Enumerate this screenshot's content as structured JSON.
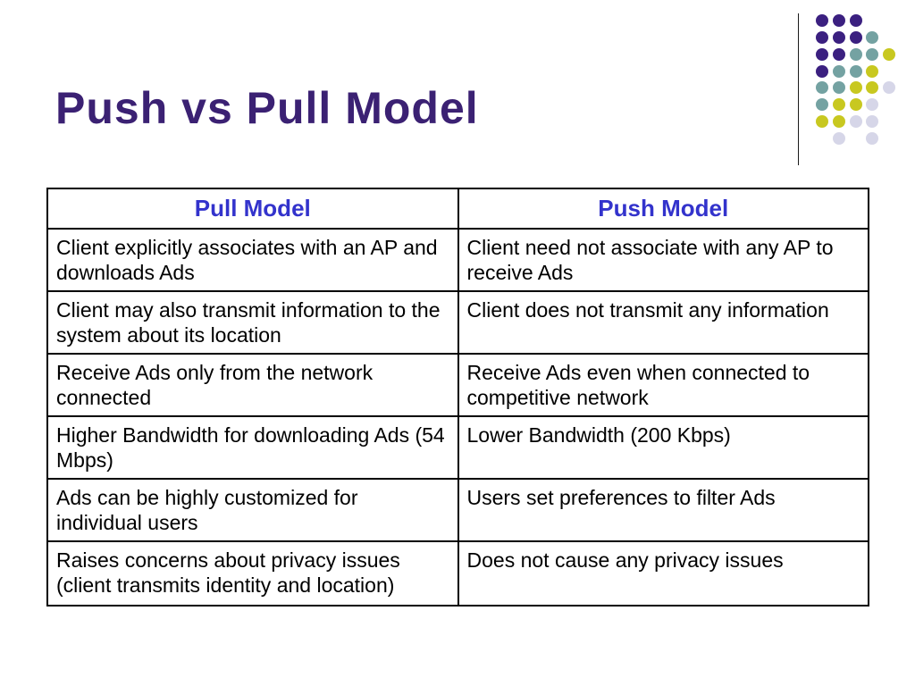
{
  "slide": {
    "title": "Push vs Pull Model",
    "title_color": "#3B2173"
  },
  "table": {
    "headers": [
      "Pull Model",
      "Push Model"
    ],
    "header_color": "#3333CC",
    "rows": [
      [
        "Client explicitly associates with an AP and downloads Ads",
        "Client need not associate with any AP to receive Ads"
      ],
      [
        "Client may also transmit information to the system about its location",
        "Client does not transmit any information"
      ],
      [
        "Receive Ads only from the network connected",
        "Receive Ads even when connected to competitive network"
      ],
      [
        "Higher Bandwidth for downloading Ads (54 Mbps)",
        "Lower Bandwidth (200 Kbps)"
      ],
      [
        "Ads can be highly customized for individual users",
        "Users set preferences to filter Ads"
      ],
      [
        "Raises concerns about privacy issues (client transmits identity and location)",
        "Does not cause any privacy issues"
      ]
    ]
  },
  "decoration": {
    "palette": {
      "P": "#3B2080",
      "T": "#74A2A2",
      "Y": "#C8C820",
      "L": "#D6D6E8"
    },
    "dot_grid": [
      "PPP..",
      "PPPT.",
      "PPTTY",
      "PTTY.",
      "TTYYL",
      "TYYL.",
      "YYLL.",
      ".L.L."
    ]
  }
}
